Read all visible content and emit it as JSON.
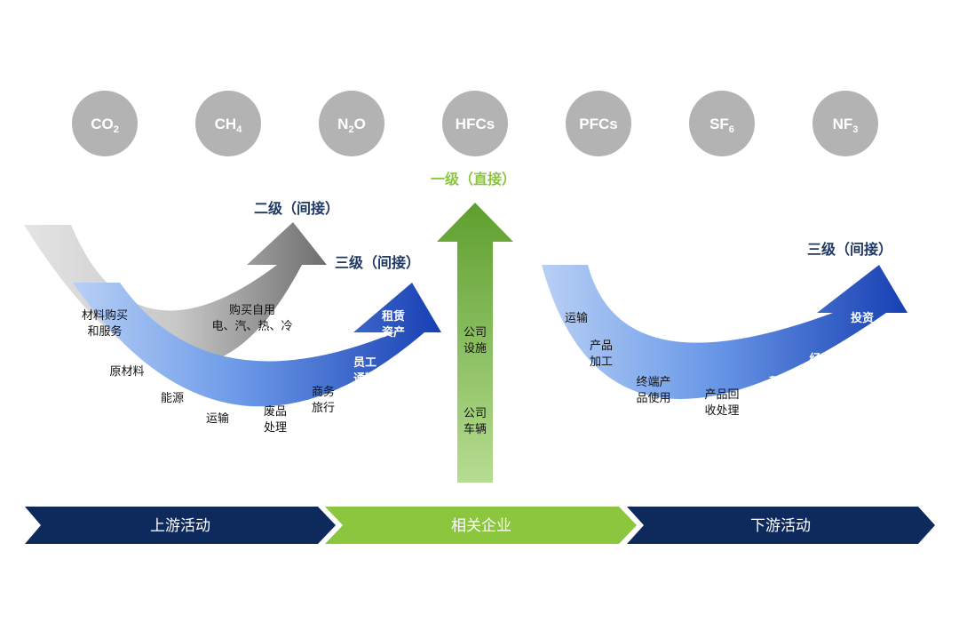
{
  "gases": [
    {
      "base": "CO",
      "sub": "2"
    },
    {
      "base": "CH",
      "sub": "4"
    },
    {
      "base": "N",
      "sub": "2",
      "tail": "O"
    },
    {
      "base": "HFCs",
      "sub": ""
    },
    {
      "base": "PFCs",
      "sub": ""
    },
    {
      "base": "SF",
      "sub": "6"
    },
    {
      "base": "NF",
      "sub": "3"
    }
  ],
  "scopes": {
    "scope1": "一级（直接）",
    "scope2": "二级（间接）",
    "scope3_upstream": "三级（间接）",
    "scope3_downstream": "三级（间接）"
  },
  "scope2_items": {
    "materials": [
      "材料购买",
      "和服务"
    ],
    "energy": [
      "购买自用",
      "电、汽、热、冷"
    ]
  },
  "upstream_items": {
    "raw_materials": "原材料",
    "energy": "能源",
    "transport": "运输",
    "waste": [
      "废品",
      "处理"
    ],
    "business_travel": [
      "商务",
      "旅行"
    ],
    "commuting": [
      "员工",
      "通勤"
    ],
    "leased_assets": [
      "租赁",
      "资产"
    ]
  },
  "direct_items": {
    "facilities": [
      "公司",
      "设施"
    ],
    "vehicles": [
      "公司",
      "车辆"
    ]
  },
  "downstream_items": {
    "transport": "运输",
    "processing": [
      "产品",
      "加工"
    ],
    "end_use": [
      "终端产",
      "品使用"
    ],
    "end_of_life": [
      "产品回",
      "收处理"
    ],
    "leased_assets": [
      "租赁",
      "资产"
    ],
    "franchises": "经销商",
    "investments": "投资"
  },
  "chevrons": {
    "upstream": "上游活动",
    "company": "相关企业",
    "downstream": "下游活动"
  },
  "colors": {
    "gas_circle": "#b3b3b3",
    "navy": "#1f3864",
    "green_text": "#8cc63f",
    "chevron_navy": "#0e2a5c",
    "chevron_green": "#8cc63f"
  }
}
